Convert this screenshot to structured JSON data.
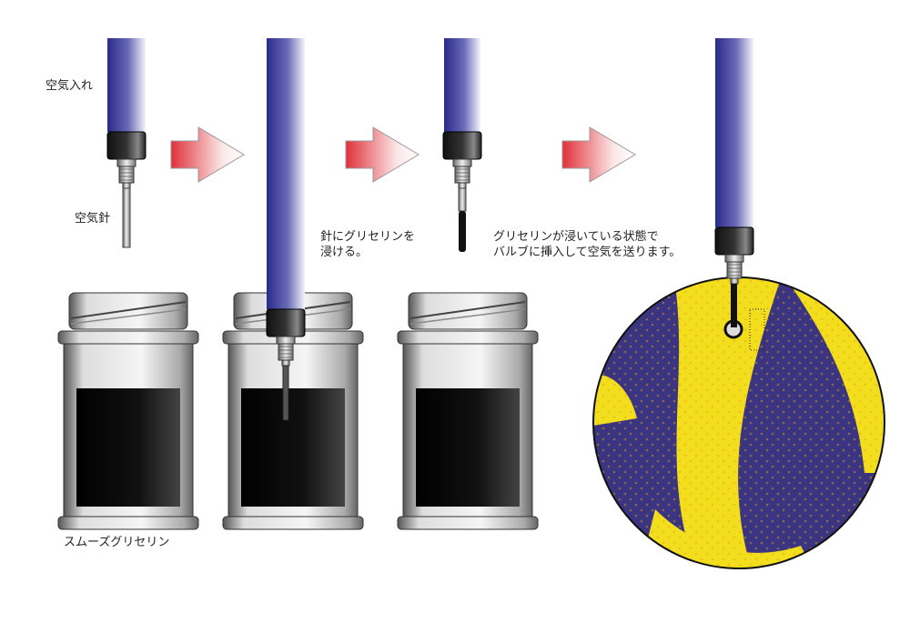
{
  "labels": {
    "pump": "空気入れ",
    "needle": "空気針",
    "step2_line1": "針にグリセリンを",
    "step2_line2": "浸ける。",
    "step4_line1": "グリセリンが浸いている状態で",
    "step4_line2": "バルブに挿入して空気を送ります。",
    "jar": "スムーズグリセリン"
  },
  "colors": {
    "pump_blue": "#2a2a8c",
    "arrow_red": "#e0303a",
    "ball_yellow": "#f2de1c",
    "ball_navy": "#3b3480",
    "glycerin": "#111111"
  }
}
